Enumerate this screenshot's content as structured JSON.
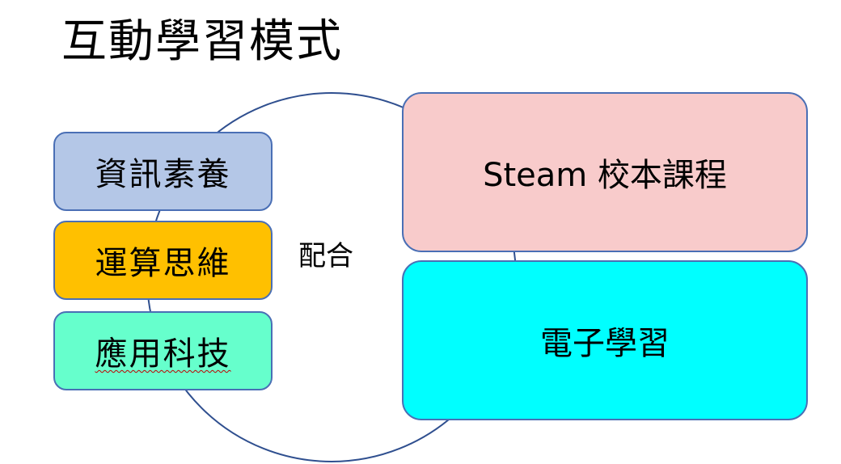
{
  "slide": {
    "title": "互動學習模式"
  },
  "left_items": [
    {
      "label": "資訊素養",
      "color": "#b4c7e7"
    },
    {
      "label": "運算思維",
      "color": "#ffc000"
    },
    {
      "label": "應用科技",
      "color": "#66ffcc"
    }
  ],
  "connector": {
    "label": "配合"
  },
  "right_items": [
    {
      "label": "Steam 校本課程",
      "color": "#f8cbcb"
    },
    {
      "label": "電子學習",
      "color": "#00ffff"
    }
  ],
  "colors": {
    "outline": "#4a6fb5",
    "circle": "#2f4f8f"
  }
}
